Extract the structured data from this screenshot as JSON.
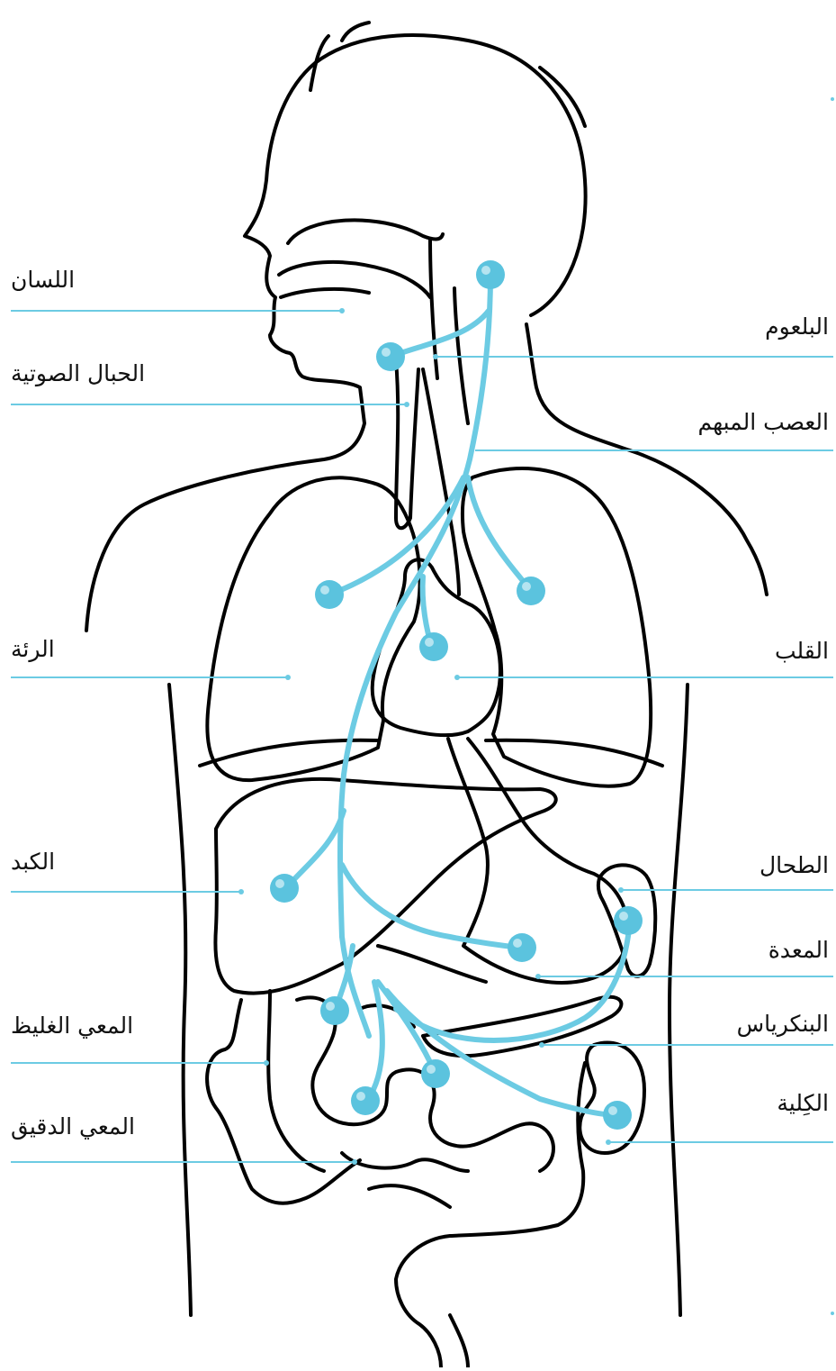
{
  "colors": {
    "outline": "#000000",
    "nerve": "#6ccbe3",
    "node": "#5bc3de",
    "leader": "#6ccbe3",
    "label_text": "#111111"
  },
  "labels": {
    "tongue": "اللسان",
    "vocal_cords": "الحبال الصوتية",
    "lung": "الرئة",
    "liver": "الكبد",
    "large_intestine": "المعي الغليظ",
    "small_intestine": "المعي الدقيق",
    "esophagus": "البلعوم",
    "vagus_nerve": "العصب المبهم",
    "heart": "القلب",
    "spleen": "الطحال",
    "stomach": "المعدة",
    "pancreas": "البنكرياس",
    "kidney": "الكِلية"
  }
}
